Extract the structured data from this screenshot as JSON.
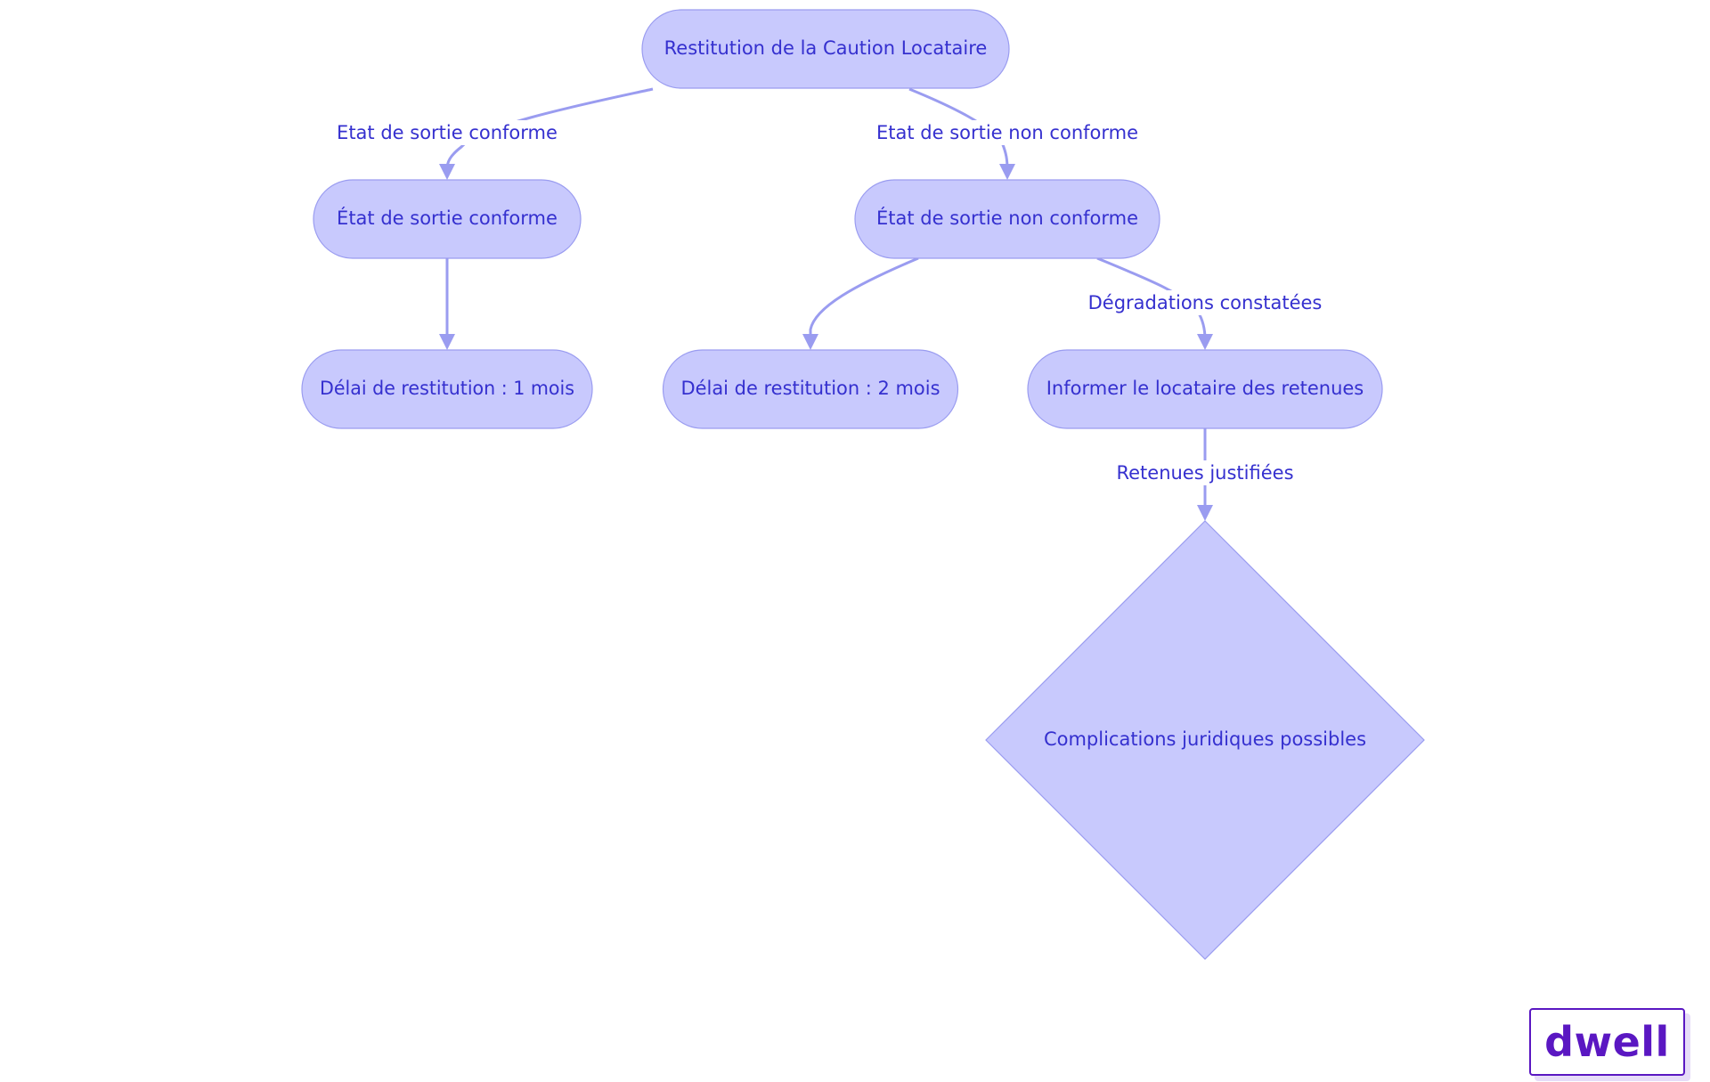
{
  "diagram": {
    "type": "flowchart",
    "colors": {
      "node_fill": "#c8c9fd",
      "node_stroke": "#9a9cf0",
      "edge": "#9a9cf0",
      "text": "#3530cf",
      "brand": "#5a17c2"
    },
    "nodes": [
      {
        "id": "restitution",
        "label": "Restitution de la Caution Locataire",
        "shape": "rounded"
      },
      {
        "id": "conforme",
        "label": "État de sortie conforme",
        "shape": "rounded"
      },
      {
        "id": "non_conforme",
        "label": "État de sortie non conforme",
        "shape": "rounded"
      },
      {
        "id": "delai_1",
        "label": "Délai de restitution : 1 mois",
        "shape": "rounded"
      },
      {
        "id": "delai_2",
        "label": "Délai de restitution : 2 mois",
        "shape": "rounded"
      },
      {
        "id": "informer",
        "label": "Informer le locataire des retenues",
        "shape": "rounded"
      },
      {
        "id": "complications",
        "label": "Complications juridiques possibles",
        "shape": "diamond"
      }
    ],
    "edges": [
      {
        "from": "restitution",
        "to": "conforme",
        "label": "Etat de sortie conforme"
      },
      {
        "from": "restitution",
        "to": "non_conforme",
        "label": "Etat de sortie non conforme"
      },
      {
        "from": "conforme",
        "to": "delai_1",
        "label": ""
      },
      {
        "from": "non_conforme",
        "to": "delai_2",
        "label": ""
      },
      {
        "from": "non_conforme",
        "to": "informer",
        "label": "Dégradations constatées"
      },
      {
        "from": "informer",
        "to": "complications",
        "label": "Retenues justifiées"
      }
    ]
  },
  "branding": {
    "logo_text": "dwell"
  }
}
